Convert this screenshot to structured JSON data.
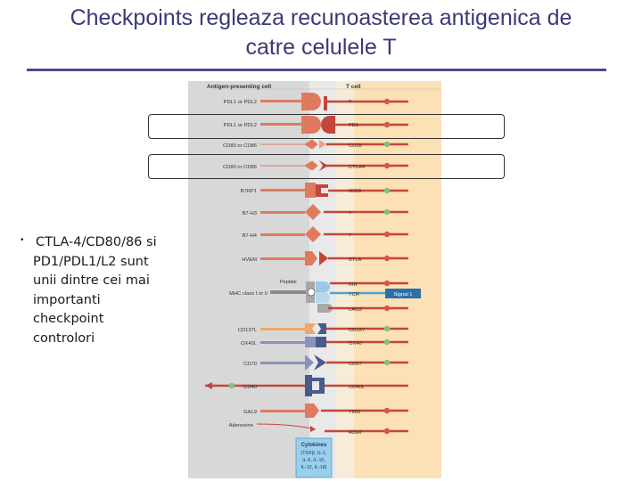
{
  "title": {
    "line1": "Checkpoints regleaza recunoasterea antigenica de",
    "line2": "catre celulele T"
  },
  "bullet": {
    "marker": "•",
    "text": "CTLA-4/CD80/86 si PD1/PDL1/L2 sunt unii dintre cei mai importanti checkpoint controlori"
  },
  "figure": {
    "apc_header": "Antigen-presenting cell",
    "tcell_header": "T cell",
    "ligands": [
      "PDL1 or PDL2",
      "PDL1 or PDL2",
      "CD80 or CD86",
      "CD80 or CD86",
      "B7RP1",
      "B7-H3",
      "B7-H4",
      "HVEM",
      "MHC class I or II",
      "CD137L",
      "OX40L",
      "CD70",
      "CD40",
      "GAL9",
      "Adenosine"
    ],
    "receptors": [
      "?",
      "PD1",
      "CD28",
      "CTLA4",
      "ICOS",
      "?",
      "?",
      "BTLA",
      "KIR",
      "TCR",
      "LAG3",
      "CD137",
      "OX40",
      "CD27",
      "CD40L",
      "TIM3",
      "A2aR"
    ],
    "peptide_label": "Peptide",
    "signal_label": "Signal 1",
    "cytokines": {
      "title": "Cytokines",
      "lines": [
        "(TGFβ, IL-1,",
        "IL-6, IL-10,",
        "IL-12, IL-18)"
      ]
    },
    "colors": {
      "apc_bg": "#d6d6d6",
      "tcell_bg": "#fbe2b8",
      "ligand": "#e07a5f",
      "receptor_line": "#c4453a",
      "green_dot": "#7cc47f",
      "red_dot": "#d9534f",
      "tcr_blue": "#9ac8e8",
      "costim_blue": "#4a5a8c"
    }
  }
}
